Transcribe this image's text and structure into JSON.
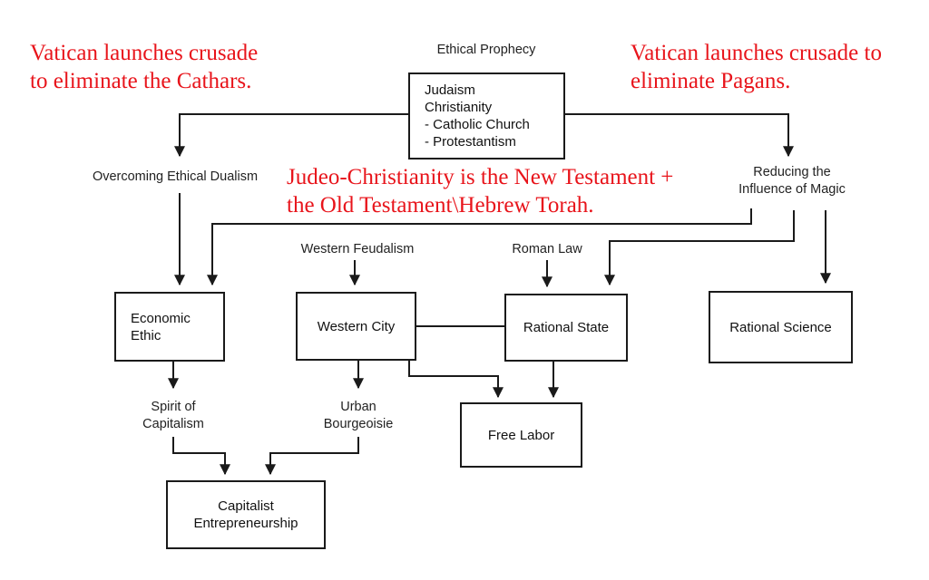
{
  "colors": {
    "annotation": "#e8141b",
    "line": "#1a1a1a",
    "text": "#111111"
  },
  "annotations": {
    "cathars": [
      "Vatican launches crusade",
      "to eliminate the Cathars."
    ],
    "pagans": [
      "Vatican launches crusade to",
      "eliminate Pagans."
    ],
    "torah": [
      "Judeo-Christianity is the New Testament +",
      "the Old Testament\\Hebrew Torah."
    ]
  },
  "labels": {
    "ethical_prophecy": "Ethical Prophecy",
    "overcoming_dualism": "Overcoming Ethical Dualism",
    "reducing_magic": [
      "Reducing the",
      "Influence of Magic"
    ],
    "western_feudalism": "Western Feudalism",
    "roman_law": "Roman Law",
    "spirit_of_capitalism": [
      "Spirit of",
      "Capitalism"
    ],
    "urban_bourgeoisie": [
      "Urban",
      "Bourgeoisie"
    ]
  },
  "boxes": {
    "religions": [
      "Judaism",
      "Christianity",
      "- Catholic Church",
      "- Protestantism"
    ],
    "economic_ethic": [
      "Economic",
      "Ethic"
    ],
    "western_city": "Western City",
    "rational_state": "Rational State",
    "rational_science": "Rational Science",
    "free_labor": "Free Labor",
    "capitalist_entrepreneurship": [
      "Capitalist",
      "Entrepreneurship"
    ]
  }
}
